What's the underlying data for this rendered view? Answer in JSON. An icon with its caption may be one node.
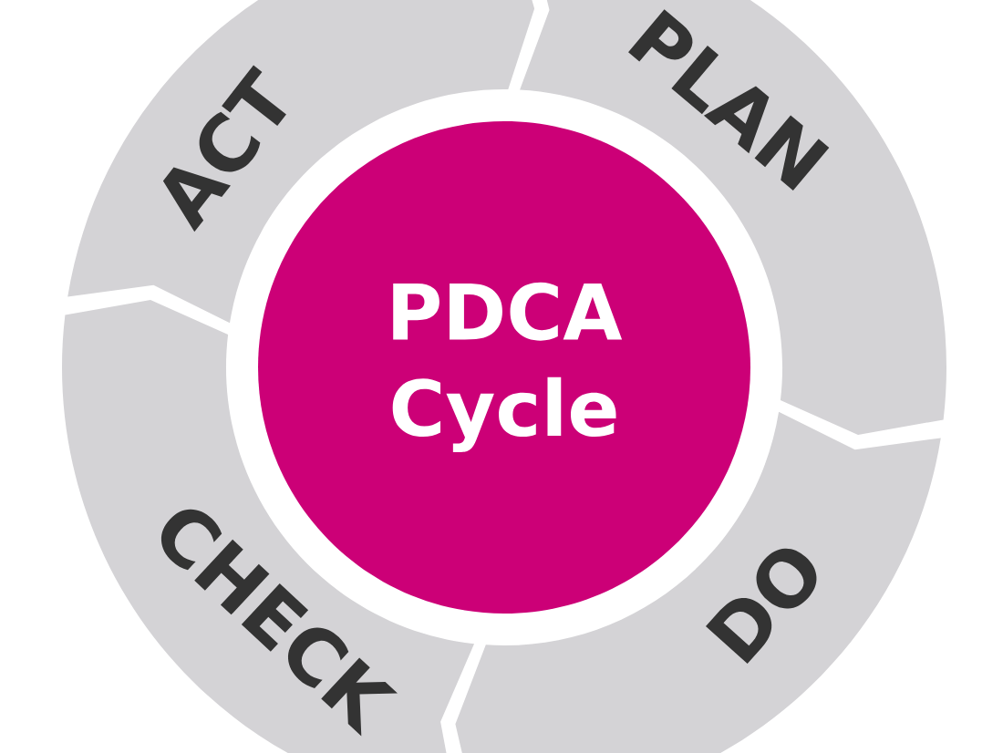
{
  "diagram": {
    "nodes": [
      {
        "text": [
          "PDCA Cycle"
        ]
      },
      {
        "text": [
          "PLAN"
        ]
      },
      {
        "text": [
          "DO"
        ]
      },
      {
        "text": [
          "CHECK"
        ]
      },
      {
        "text": [
          "ACT"
        ]
      }
    ]
  }
}
